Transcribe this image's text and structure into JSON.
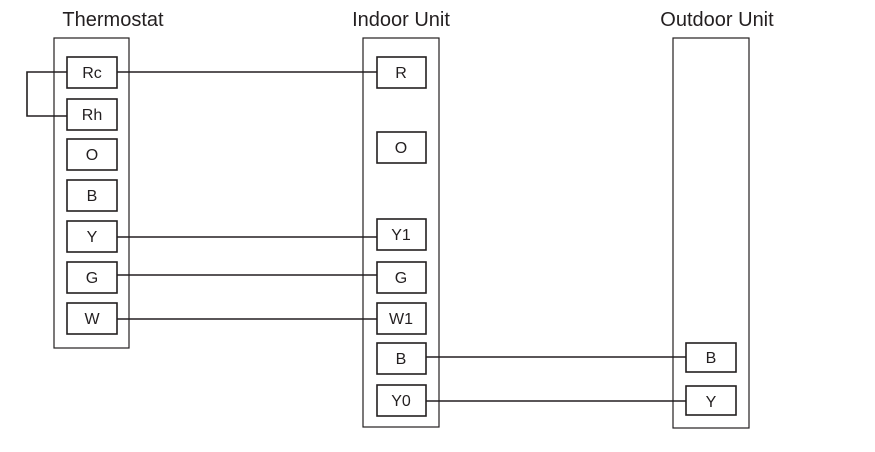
{
  "units": {
    "thermostat": {
      "title": "Thermostat",
      "terminals": [
        "Rc",
        "Rh",
        "O",
        "B",
        "Y",
        "G",
        "W"
      ]
    },
    "indoor": {
      "title": "Indoor Unit",
      "terminals": [
        "R",
        "O",
        "Y1",
        "G",
        "W1",
        "B",
        "Y0"
      ]
    },
    "outdoor": {
      "title": "Outdoor Unit",
      "terminals": [
        "B",
        "Y"
      ]
    }
  },
  "connections": [
    {
      "from": "thermostat.Rc",
      "to": "indoor.R"
    },
    {
      "from": "thermostat.Y",
      "to": "indoor.Y1"
    },
    {
      "from": "thermostat.G",
      "to": "indoor.G"
    },
    {
      "from": "thermostat.W",
      "to": "indoor.W1"
    },
    {
      "from": "indoor.B",
      "to": "outdoor.B"
    },
    {
      "from": "indoor.Y0",
      "to": "outdoor.Y"
    }
  ],
  "jumpers": [
    {
      "between": [
        "thermostat.Rc",
        "thermostat.Rh"
      ]
    }
  ],
  "colors": {
    "line": "#231f20",
    "background": "#ffffff"
  }
}
